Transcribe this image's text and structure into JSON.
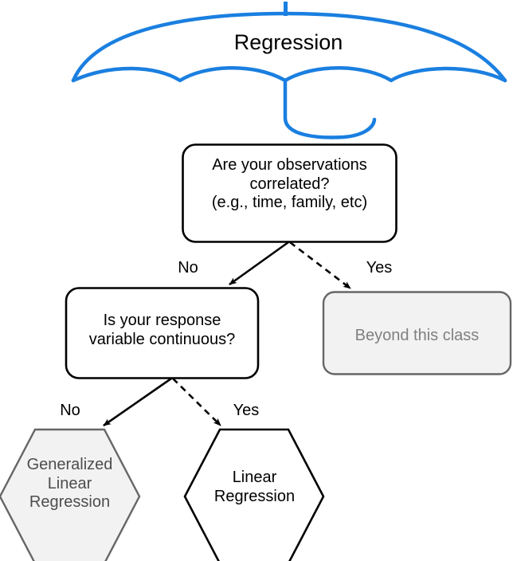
{
  "diagram": {
    "title": "Regression",
    "type": "decision-flowchart",
    "colors": {
      "umbrella": "#1a7fe0",
      "box_stroke": "#000000",
      "terminal_stroke": "#666666",
      "terminal_fill": "#f2f2f2",
      "terminal_text": "#808080",
      "hexagon_muted_text": "#4d4d4d"
    },
    "umbrella": {
      "label": "Regression",
      "icon": "umbrella-shape"
    },
    "nodes": {
      "question_1": {
        "label": "Are your observations\ncorrelated?\n(e.g., time, family, etc)",
        "shape": "rounded-rect"
      },
      "question_2": {
        "label": "Is your response\nvariable continuous?",
        "shape": "rounded-rect"
      },
      "beyond_this_class": {
        "label": "Beyond this class",
        "shape": "rounded-rect",
        "state": "muted"
      },
      "generalized_linear_regression": {
        "label": "Generalized\nLinear\nRegression",
        "shape": "hexagon",
        "state": "muted"
      },
      "linear_regression": {
        "label": "Linear\nRegression",
        "shape": "hexagon",
        "state": "active"
      }
    },
    "edges": [
      {
        "id": "q1-no",
        "label": "No",
        "style": "solid",
        "from": "question_1",
        "to": "question_2"
      },
      {
        "id": "q1-yes",
        "label": "Yes",
        "style": "dashed",
        "from": "question_1",
        "to": "beyond_this_class"
      },
      {
        "id": "q2-no",
        "label": "No",
        "style": "solid",
        "from": "question_2",
        "to": "generalized_linear_regression"
      },
      {
        "id": "q2-yes",
        "label": "Yes",
        "style": "dashed",
        "from": "question_2",
        "to": "linear_regression"
      }
    ]
  }
}
